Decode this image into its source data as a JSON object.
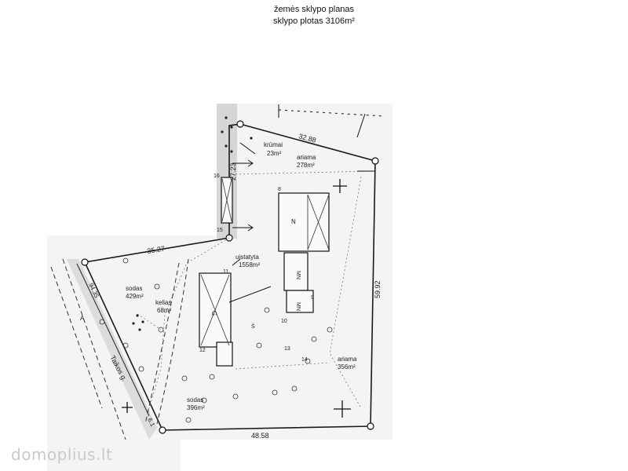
{
  "header": {
    "title": "žemės sklypo planas",
    "subtitle": "sklypo plotas 3106m²"
  },
  "dimensions": {
    "north": "32.88",
    "northwest_vertical": "27.23",
    "west": "35.27",
    "east": "59.92",
    "south": "48.58",
    "southwest_road": "94.35",
    "southwest_short": "6.1"
  },
  "areas": {
    "krumai_label": "krūmai",
    "krumai_area": "23m²",
    "ariama_top_label": "ariama",
    "ariama_top_area": "278m²",
    "uzstatyta_label": "uistatyta",
    "uzstatyta_area": "1558m²",
    "sodas_top_label": "sodas",
    "sodas_top_area": "429m²",
    "kelias_label": "kelias",
    "kelias_area": "68m²",
    "sodas_bottom_label": "sodas",
    "sodas_bottom_area": "396m²",
    "ariama_bottom_label": "ariama",
    "ariama_bottom_area": "356m²"
  },
  "buildings": {
    "n_label": "N",
    "mn_label_1": "MN",
    "mn_label_2": "MN",
    "g_label": "G",
    "s_label": "Š"
  },
  "points": {
    "p8": "8",
    "p9": "9",
    "p10": "10",
    "p11": "11",
    "p12": "12",
    "p13": "13",
    "p14": "14",
    "p15": "15",
    "p16": "16"
  },
  "road": {
    "name": "Taikos g.",
    "side_letter": "A"
  },
  "watermark": "domoplius.lt"
}
